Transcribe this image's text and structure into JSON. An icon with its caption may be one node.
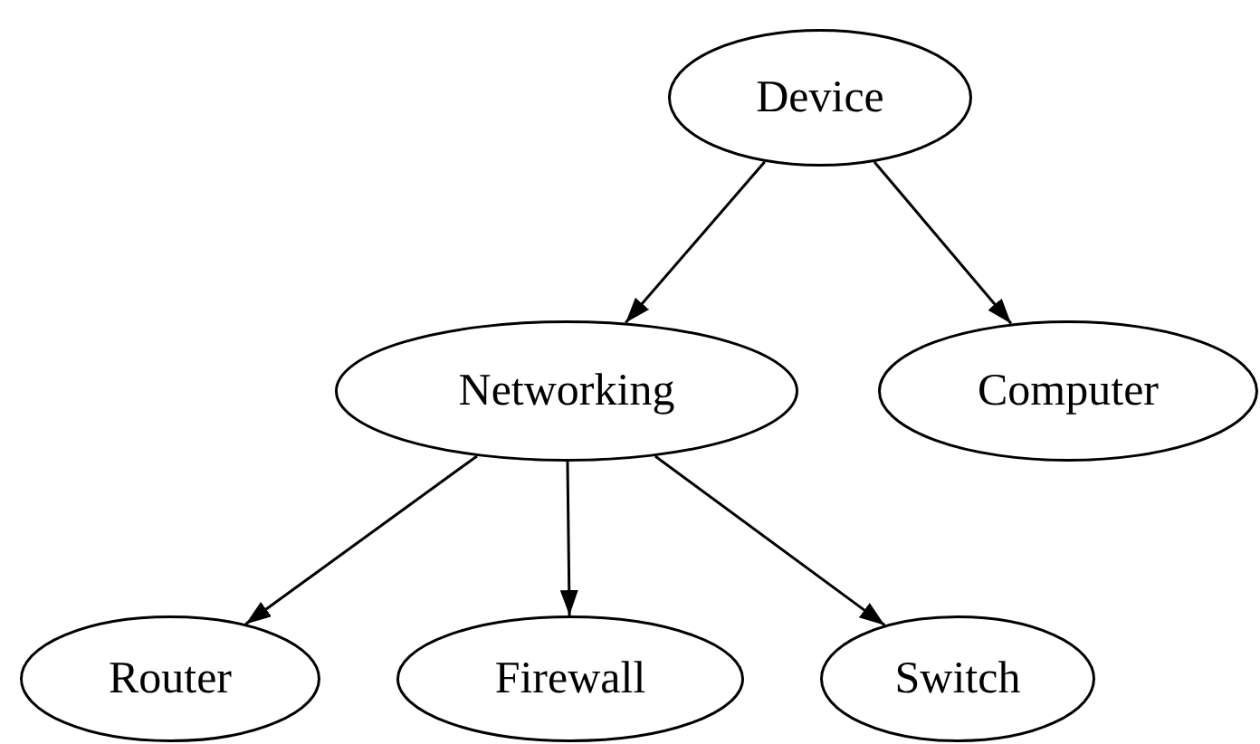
{
  "diagram": {
    "nodes": [
      {
        "text": [
          "Device"
        ]
      },
      {
        "text": [
          "Networking"
        ]
      },
      {
        "text": [
          "Computer"
        ]
      },
      {
        "text": [
          "Router"
        ]
      },
      {
        "text": [
          "Firewall"
        ]
      },
      {
        "text": [
          "Switch"
        ]
      }
    ],
    "edges": [
      {
        "from": 0,
        "to": 1,
        "arrow": "to"
      },
      {
        "from": 0,
        "to": 2,
        "arrow": "to"
      },
      {
        "from": 1,
        "to": 3,
        "arrow": "to"
      },
      {
        "from": 1,
        "to": 4,
        "arrow": "to"
      },
      {
        "from": 1,
        "to": 5,
        "arrow": "to"
      }
    ]
  }
}
